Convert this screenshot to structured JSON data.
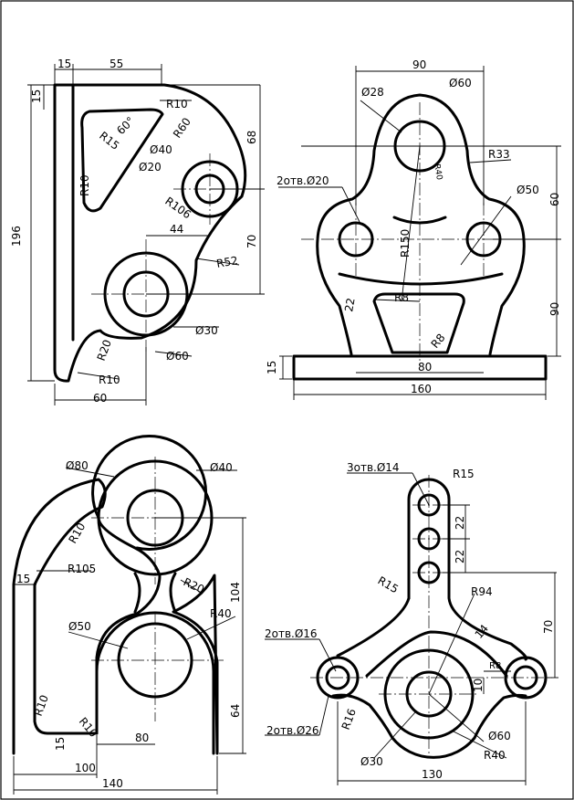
{
  "views": {
    "top_left": {
      "dims": {
        "w15": "15",
        "w55": "55",
        "h15": "15",
        "r10_top": "R10",
        "a60": "60°",
        "r15": "R15",
        "r60": "R60",
        "d40": "Ø40",
        "d20": "Ø20",
        "r10_left": "R10",
        "r106": "R106",
        "d44": "44",
        "r52": "R52",
        "h196": "196",
        "h68": "68",
        "h70": "70",
        "d30": "Ø30",
        "r20": "R20",
        "d60": "Ø60",
        "r10_bottom": "R10",
        "w60": "60"
      }
    },
    "top_right": {
      "dims": {
        "w90": "90",
        "d28": "Ø28",
        "d60": "Ø60",
        "r33": "R33",
        "h60": "60",
        "holes2": "2отв.Ø20",
        "r40": "R40",
        "d50": "Ø50",
        "r150": "R150",
        "d22": "22",
        "r8a": "R8",
        "h90": "90",
        "r8b": "R8",
        "h15": "15",
        "w80": "80",
        "w160": "160"
      }
    },
    "bottom_left": {
      "dims": {
        "d80": "Ø80",
        "d40": "Ø40",
        "r10a": "R10",
        "r105": "R105",
        "w15": "15",
        "r20": "R20",
        "h104": "104",
        "r40": "R40",
        "d50": "Ø50",
        "h64": "64",
        "r10b": "R10",
        "r10c": "R10",
        "h15": "15",
        "w80": "80",
        "w100": "100",
        "w140": "140"
      }
    },
    "bottom_right": {
      "dims": {
        "holes3": "3отв.Ø14",
        "r15a": "R15",
        "h22a": "22",
        "h22b": "22",
        "r15b": "R15",
        "r94": "R94",
        "h70": "70",
        "d14": "14",
        "holes2a": "2отв.Ø16",
        "r8": "R8",
        "h10": "10",
        "r16": "R16",
        "holes2b": "2отв.Ø26",
        "d60": "Ø60",
        "d30": "Ø30",
        "r40": "R40",
        "w130": "130"
      }
    }
  }
}
